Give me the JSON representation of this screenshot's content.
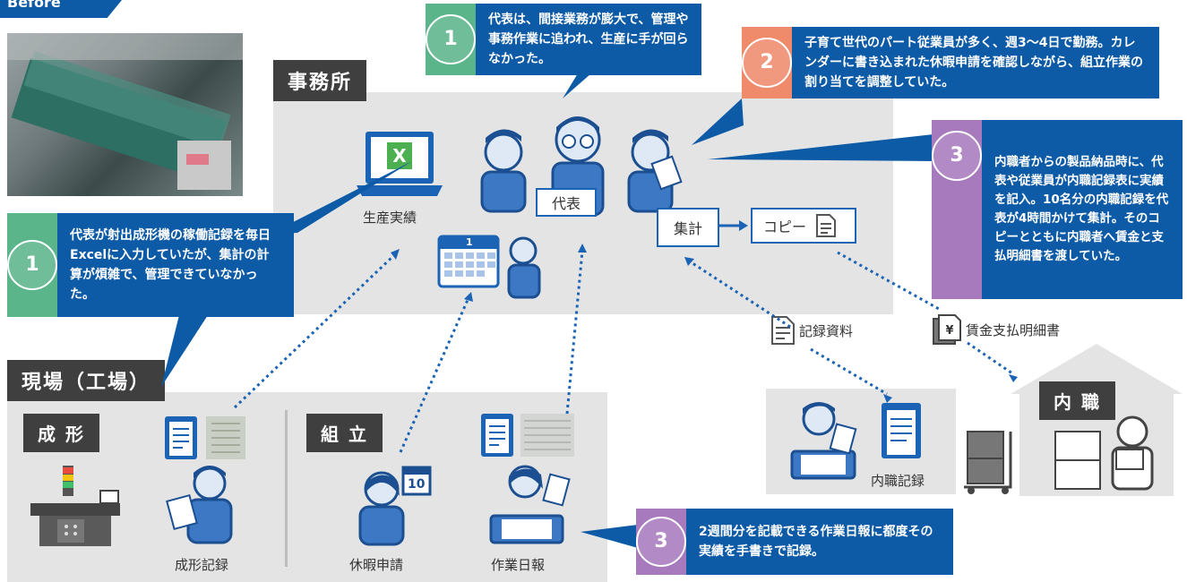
{
  "header": {
    "before_label": "Before"
  },
  "office": {
    "tag": "事務所",
    "production_label": "生産実績",
    "boss_label": "代表",
    "summary_label": "集計",
    "copy_label": "コピー"
  },
  "factory": {
    "tag": "現場（工場）",
    "molding": {
      "tag": "成 形",
      "record_label": "成形記録"
    },
    "assembly": {
      "tag": "組 立",
      "leave_label": "休暇申請",
      "report_label": "作業日報"
    }
  },
  "flow": {
    "record_doc_label": "記録資料",
    "wage_doc_label": "賃金支払明細書"
  },
  "piecework": {
    "tag": "内 職",
    "record_label": "内職記録"
  },
  "callouts": {
    "c1_top": {
      "num": "1",
      "text": "代表は、間接業務が膨大で、管理や事務作業に追われ、生産に手が回らなかった。"
    },
    "c2": {
      "num": "2",
      "text": "子育て世代のパート従業員が多く、週3〜4日で勤務。カレンダーに書き込まれた休暇申請を確認しながら、組立作業の割り当てを調整していた。"
    },
    "c3_right": {
      "num": "3",
      "text": "内職者からの製品納品時に、代表や従業員が内職記録表に実績を記入。10名分の内職記録を代表が4時間かけて集計。そのコピーとともに内職者へ賃金と支払明細書を渡していた。"
    },
    "c1_left": {
      "num": "1",
      "text": "代表が射出成形機の稼働記録を毎日Excelに入力していたが、集計の計算が煩雑で、管理できていなかった。"
    },
    "c3_bottom": {
      "num": "3",
      "text": "2週間分を記載できる作業日報に都度その実績を手書きで記録。"
    }
  },
  "calendar": {
    "day": "1",
    "leave_day": "10"
  },
  "colors": {
    "blue": "#0d5aa7",
    "green": "#5ab58a",
    "orange": "#ef8a6b",
    "purple": "#a779bd",
    "panel": "#e4e4e4"
  }
}
